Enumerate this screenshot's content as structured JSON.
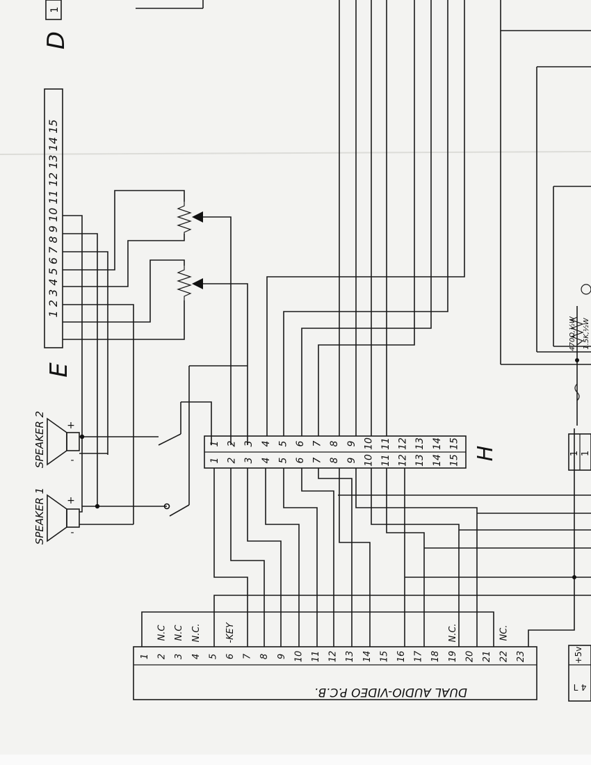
{
  "connectors": {
    "d": {
      "letter": "D"
    },
    "e": {
      "letter": "E",
      "pins": [
        "1",
        "2",
        "3",
        "4",
        "5",
        "6",
        "7",
        "8",
        "9",
        "10",
        "11",
        "12",
        "13",
        "14",
        "15"
      ],
      "pins_label": "1 2 3 4 5 6 7 8 9 10 11 12 13 14 15"
    },
    "h": {
      "letter": "H",
      "row_top": [
        "1",
        "2",
        "3",
        "4",
        "5",
        "6",
        "7",
        "8",
        "9",
        "10",
        "11",
        "12",
        "13",
        "14",
        "15"
      ],
      "row_bottom": [
        "1",
        "2",
        "3",
        "4",
        "5",
        "6",
        "7",
        "8",
        "9",
        "10",
        "11",
        "12",
        "13",
        "14",
        "15"
      ]
    },
    "pcb": {
      "title": "DUAL AUDIO-VIDEO P.C.B.",
      "pins": [
        "1",
        "2",
        "3",
        "4",
        "5",
        "6",
        "7",
        "8",
        "9",
        "10",
        "11",
        "12",
        "13",
        "14",
        "15",
        "16",
        "17",
        "18",
        "19",
        "20",
        "21",
        "22",
        "23"
      ],
      "pin_notes": [
        {
          "pin": "2",
          "text": "N.C"
        },
        {
          "pin": "3",
          "text": "N.C"
        },
        {
          "pin": "4",
          "text": "N.C."
        },
        {
          "pin": "6",
          "text": "-KEY"
        },
        {
          "pin": "19",
          "text": "N.C."
        },
        {
          "pin": "22",
          "text": "NC."
        }
      ]
    },
    "power": {
      "pin_label": "+5v",
      "header_labels": [
        "1",
        "1"
      ],
      "edge_fragment": "4 ᒣ"
    },
    "corner_tab": {
      "label": "1"
    }
  },
  "speakers": [
    {
      "label": "SPEAKER 1",
      "plus": "+",
      "minus": "-"
    },
    {
      "label": "SPEAKER 2",
      "plus": "+",
      "minus": "-"
    }
  ],
  "components": {
    "resistor_label": "470Ω,½W",
    "resistor_label_2": "1.5K,½W"
  }
}
